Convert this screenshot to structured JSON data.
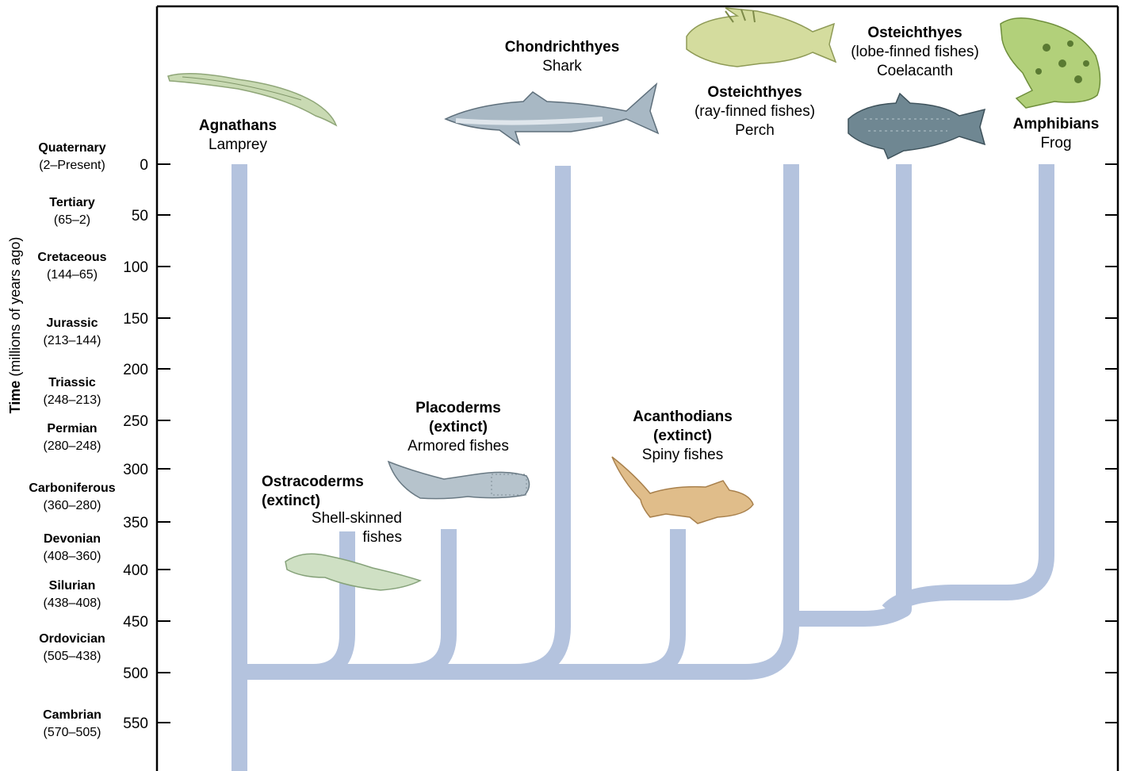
{
  "axis": {
    "title_bold": "Time",
    "title_rest": " (millions of years ago)",
    "ticks": [
      "0",
      "50",
      "100",
      "150",
      "200",
      "250",
      "300",
      "350",
      "400",
      "450",
      "500",
      "550"
    ]
  },
  "periods": [
    {
      "name": "Quaternary",
      "range": "(2–Present)"
    },
    {
      "name": "Tertiary",
      "range": "(65–2)"
    },
    {
      "name": "Cretaceous",
      "range": "(144–65)"
    },
    {
      "name": "Jurassic",
      "range": "(213–144)"
    },
    {
      "name": "Triassic",
      "range": "(248–213)"
    },
    {
      "name": "Permian",
      "range": "(280–248)"
    },
    {
      "name": "Carboniferous",
      "range": "(360–280)"
    },
    {
      "name": "Devonian",
      "range": "(408–360)"
    },
    {
      "name": "Silurian",
      "range": "(438–408)"
    },
    {
      "name": "Ordovician",
      "range": "(505–438)"
    },
    {
      "name": "Cambrian",
      "range": "(570–505)"
    }
  ],
  "taxa": {
    "agnathans": {
      "name": "Agnathans",
      "example": "Lamprey"
    },
    "chondrichthyes": {
      "name": "Chondrichthyes",
      "example": "Shark"
    },
    "ray_finned": {
      "name": "Osteichthyes",
      "sub": "(ray-finned fishes)",
      "example": "Perch"
    },
    "lobe_finned": {
      "name": "Osteichthyes",
      "sub": "(lobe-finned fishes)",
      "example": "Coelacanth"
    },
    "amphibians": {
      "name": "Amphibians",
      "example": "Frog"
    },
    "placoderms": {
      "name": "Placoderms",
      "status": "(extinct)",
      "example": "Armored fishes"
    },
    "acanthodians": {
      "name": "Acanthodians",
      "status": "(extinct)",
      "example": "Spiny fishes"
    },
    "ostracoderms": {
      "name": "Ostracoderms",
      "status": "(extinct)",
      "example_1": "Shell-skinned",
      "example_2": "fishes"
    }
  },
  "colors": {
    "branch": "#b4c3de",
    "frame": "#000000"
  }
}
